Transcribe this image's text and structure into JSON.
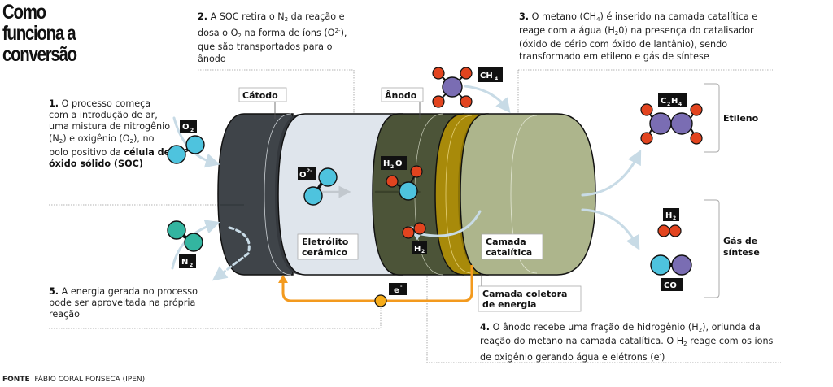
{
  "title": "Como funciona a conversão",
  "steps": [
    {
      "num": "1.",
      "text_before": "O processo começa com a introdução de ar,  uma mistura de nitrogênio (N",
      "sub1": "2",
      "text_mid": ") e oxigênio (O",
      "sub2": "2",
      "text_after": "), no polo positivo da ",
      "bold": "célula de óxido sólido (SOC)"
    },
    {
      "num": "2.",
      "p1": "A SOC retira o N",
      "s1": "2",
      "p2": " da reação e dosa o O",
      "s2": "2",
      "p3": " na forma de íons (O",
      "sup": "2-",
      "p4": "), que são transportados para o ânodo"
    },
    {
      "num": "3.",
      "p1": "O metano (CH",
      "s1": "4",
      "p2": ") é inserido na camada catalítica e reage com a água (H",
      "s2": "2",
      "p3": "0) na presença do catalisador (óxido de cério com óxido de lantânio), sendo transformado em etileno e gás de síntese"
    },
    {
      "num": "4.",
      "p1": "O ânodo recebe uma fração de hidrogênio (H",
      "s1": "2",
      "p2": "), oriunda da reação do metano na camada catalítica. O H",
      "s2": "2",
      "p3": " reage com os íons de oxigênio gerando água e elétrons (e",
      "sup": "-",
      "p4": ")"
    },
    {
      "num": "5.",
      "text": "A energia gerada no processo pode ser aproveitada na própria reação"
    }
  ],
  "labels": {
    "catodo": "Cátodo",
    "anodo": "Ânodo",
    "eletrolito_1": "Eletrólito",
    "eletrolito_2": "cerâmico",
    "catalitica_1": "Camada",
    "catalitica_2": "catalítica",
    "coletora_1": "Camada coletora",
    "coletora_2": "de energia",
    "etileno": "Etileno",
    "gas_1": "Gás de",
    "gas_2": "síntese"
  },
  "molecule_tags": {
    "o2": {
      "main": "O",
      "sub": "2"
    },
    "n2": {
      "main": "N",
      "sub": "2"
    },
    "o2ion": {
      "main": "O",
      "sup": "2-"
    },
    "h2o": {
      "main": "H",
      "sub": "2",
      "tail": "O"
    },
    "h2_anode": {
      "main": "H",
      "sub": "2"
    },
    "ch4": {
      "main": "CH",
      "sub": "4"
    },
    "c2h4": {
      "c": "C",
      "s1": "2",
      "h": "H",
      "s2": "4"
    },
    "h2_out": {
      "main": "H",
      "sub": "2"
    },
    "co": {
      "main": "CO"
    },
    "electron": {
      "main": "e",
      "sup": "-"
    }
  },
  "source": {
    "label": "FONTE",
    "text": "FÁBIO CORAL FONSECA (IPEN)"
  },
  "colors": {
    "cathode": "#3f4449",
    "electrolyte": "#dfe5ec",
    "anode": "#4c5438",
    "collector": "#a88a0a",
    "catalytic": "#adb58c",
    "oxygen_atom": "#4ec3de",
    "nitrogen_atom": "#33b5a0",
    "hydrogen_atom": "#e2441f",
    "carbon_atom": "#7a6db3",
    "electron_path": "#f39a1e",
    "flow_arrow": "#c8dbe6"
  }
}
